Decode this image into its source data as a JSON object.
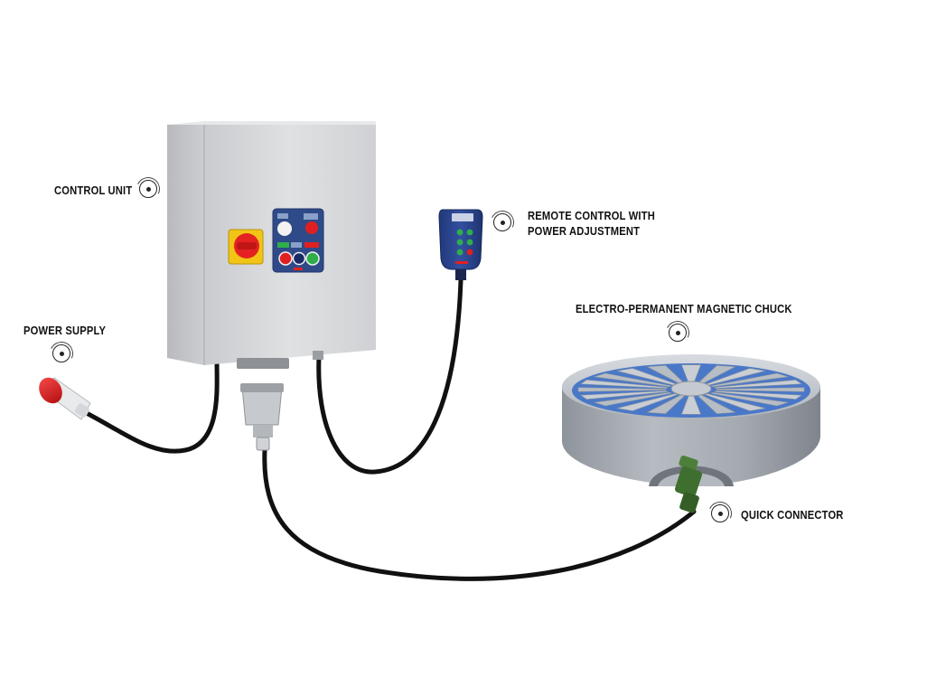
{
  "labels": {
    "control_unit": "CONTROL UNIT",
    "remote_control_line1": "REMOTE CONTROL WITH",
    "remote_control_line2": "POWER ADJUSTMENT",
    "power_supply": "POWER SUPPLY",
    "magnetic_chuck": "ELECTRO-PERMANENT MAGNETIC CHUCK",
    "quick_connector": "QUICK CONNECTOR"
  },
  "icons": {
    "hotspot": "hotspot-marker-icon"
  },
  "colors": {
    "text": "#111111",
    "cable": "#111111",
    "cabinet": "#d6d8da",
    "control_panel": "#2f4a88",
    "remote_body": "#2a4484",
    "chuck_steel": "#b9bfc6",
    "chuck_pole_gap": "#4a78c8",
    "plug_red": "#e02020",
    "connector_green": "#3f6f2f",
    "switch_yellow": "#f2c416"
  }
}
